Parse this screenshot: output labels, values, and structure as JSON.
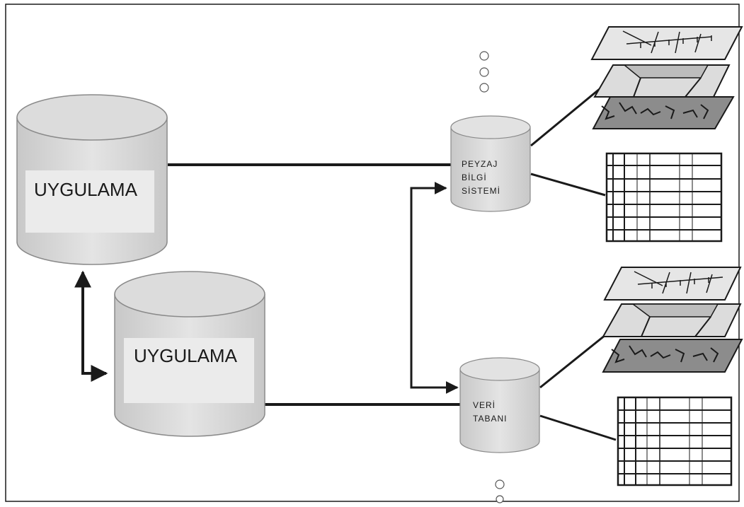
{
  "nodes": {
    "app_top": {
      "label": "UYGULAMA"
    },
    "app_bottom": {
      "label": "UYGULAMA"
    },
    "peyzaj": {
      "label_lines": [
        "PEYZAJ",
        "BİLGİ",
        "SİSTEMİ"
      ]
    },
    "veri": {
      "label_lines": [
        "VERİ",
        "TABANI"
      ]
    }
  },
  "colors": {
    "cylinder_fill": "#d6d6d6",
    "cylinder_stroke": "#8a8a8a",
    "label_box": "#ebebeb",
    "line": "#1a1a1a",
    "map_layer_light": "#dcdcdc",
    "map_layer_mid": "#bdbdbd",
    "map_layer_dark": "#8c8c8c"
  },
  "icons": [
    "database-cylinder-icon",
    "map-layers-icon",
    "table-grid-icon",
    "ellipsis-dots-icon"
  ]
}
